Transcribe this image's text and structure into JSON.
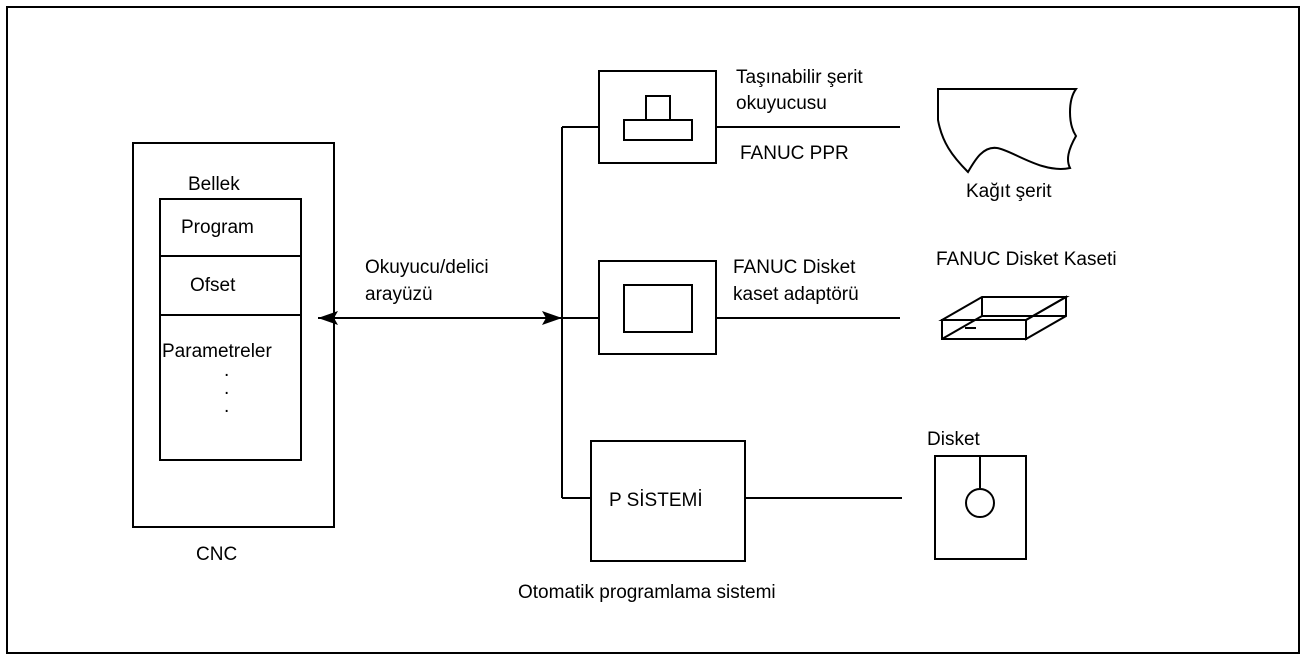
{
  "cnc": {
    "label": "CNC",
    "memory_label": "Bellek",
    "program_label": "Program",
    "offset_label": "Ofset",
    "parameters_label": "Parametreler",
    "ellipsis_dots": [
      ".",
      ".",
      "."
    ]
  },
  "interface": {
    "line1": "Okuyucu/delici",
    "line2": "arayüzü"
  },
  "tape_reader": {
    "title_line1": "Taşınabilir şerit",
    "title_line2": "okuyucusu",
    "model": "FANUC PPR",
    "media_label": "Kağıt şerit"
  },
  "floppy_adapter": {
    "title_line1": "FANUC Disket",
    "title_line2": "kaset adaptörü",
    "media_label": "FANUC Disket Kaseti"
  },
  "p_system": {
    "box_label": "P SİSTEMİ",
    "caption": "Otomatik programlama sistemi",
    "media_label": "Disket"
  }
}
